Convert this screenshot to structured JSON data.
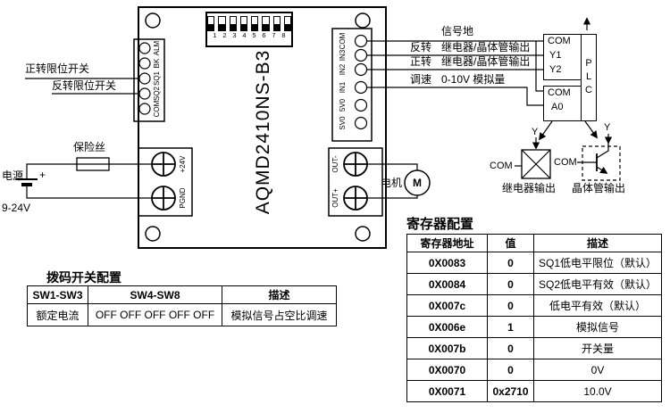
{
  "board": {
    "model": "AQMD2410NS-B3",
    "dip_numbers": [
      "1",
      "2",
      "3",
      "4",
      "5",
      "6",
      "7",
      "8"
    ],
    "left_pins": [
      "ALM",
      "BK",
      "SQ1",
      "SQ2",
      "COM"
    ],
    "right_pins": [
      "COM",
      "IN3",
      "IN2",
      "IN1",
      "5V0",
      "SV0"
    ],
    "power_pins": [
      "+24V",
      "PGND"
    ],
    "motor_pins": [
      "OUT-",
      "OUT+"
    ]
  },
  "left_labels": {
    "forward_limit": "正转限位开关",
    "reverse_limit": "反转限位开关",
    "fuse": "保险丝",
    "power": "电源",
    "power_plus": "+",
    "voltage_range": "9-24V"
  },
  "right_labels": {
    "signal_ground": "信号地",
    "reverse": "反转",
    "reverse_desc": "继电器/晶体管输出",
    "forward": "正转",
    "forward_desc": "继电器/晶体管输出",
    "speed": "调速",
    "speed_desc": "0-10V 模拟量"
  },
  "plc": {
    "com_top": "COM",
    "y1": "Y1",
    "y2": "Y2",
    "com_bottom": "COM",
    "a0": "A0",
    "name": "PLC"
  },
  "outputs": {
    "relay": {
      "y": "Y",
      "com": "COM",
      "label": "继电器输出"
    },
    "transistor": {
      "y": "Y",
      "com": "COM",
      "label": "晶体管输出"
    }
  },
  "motor": {
    "label": "电机",
    "symbol": "M"
  },
  "dip_table": {
    "title": "拨码开关配置",
    "headers": [
      "SW1-SW3",
      "SW4-SW8",
      "描述"
    ],
    "rows": [
      [
        "额定电流",
        "OFF OFF OFF OFF OFF",
        "模拟信号占空比调速"
      ]
    ]
  },
  "register_table": {
    "title": "寄存器配置",
    "headers": [
      "寄存器地址",
      "值",
      "描述"
    ],
    "rows": [
      {
        "addr": "0X0083",
        "value": "0",
        "desc": "SQ1低电平限位（默认）"
      },
      {
        "addr": "0X0084",
        "value": "0",
        "desc": "SQ2低电平有效（默认）"
      },
      {
        "addr": "0X007c",
        "value": "0",
        "desc": "低电平有效（默认）"
      },
      {
        "addr": "0X006e",
        "value": "1",
        "desc": "模拟信号"
      },
      {
        "addr": "0X007b",
        "value": "0",
        "desc": "开关量"
      },
      {
        "addr": "0X0070",
        "value": "0",
        "desc": "0V"
      },
      {
        "addr": "0X0071",
        "value": "0x2710",
        "desc": "10.0V"
      }
    ]
  }
}
